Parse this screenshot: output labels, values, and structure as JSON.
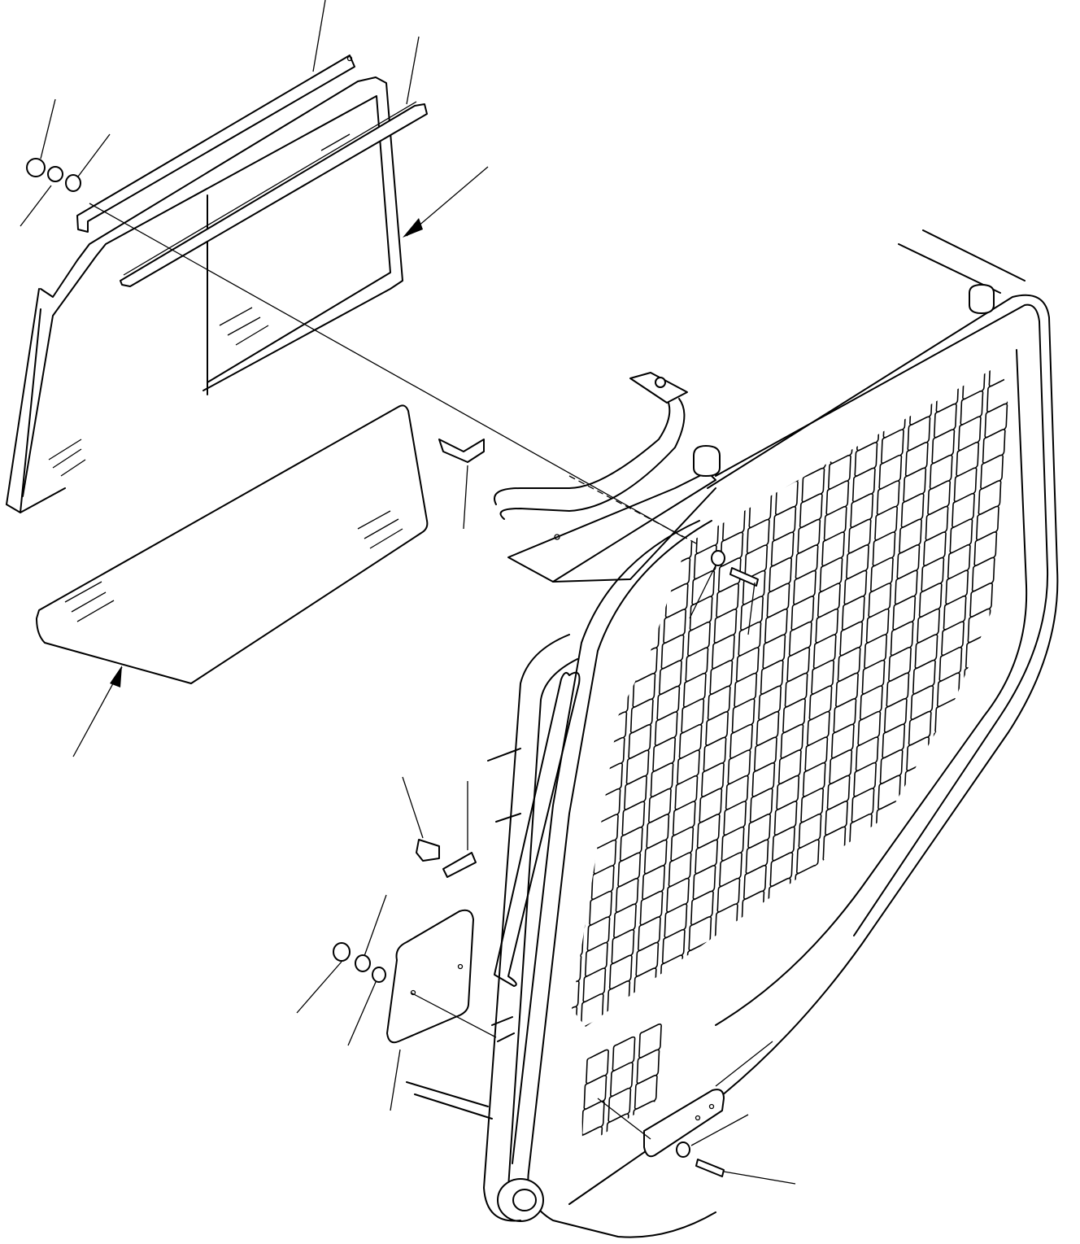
{
  "diagram": {
    "type": "exploded-parts-view",
    "line_color": "#000000",
    "background_color": "#ffffff",
    "mesh_grid": {
      "columns": 16,
      "rows": 36,
      "lower_grid_columns": 3,
      "lower_grid_rows": 5
    }
  }
}
